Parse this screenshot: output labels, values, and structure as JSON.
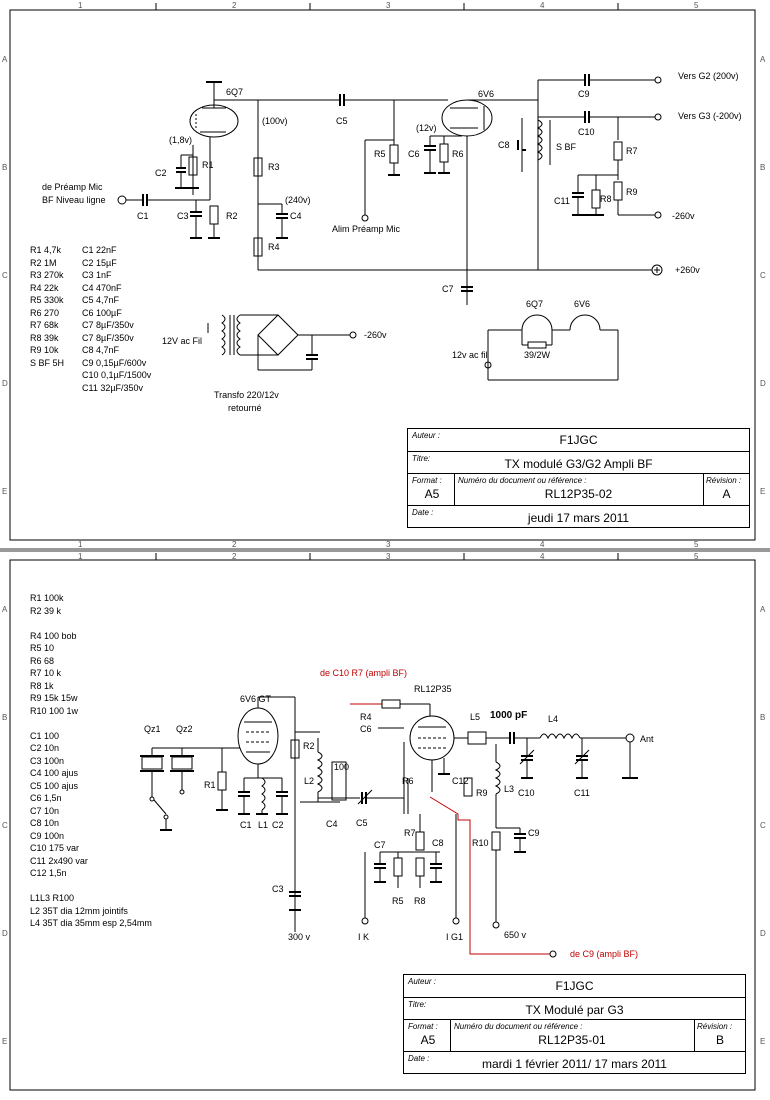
{
  "grid": {
    "cols": [
      "1",
      "2",
      "3",
      "4",
      "5"
    ],
    "rows": [
      "A",
      "B",
      "C",
      "D",
      "E"
    ]
  },
  "sheet1": {
    "parts_left": [
      "R1 4,7k",
      "R2 1M",
      "R3 270k",
      "R4 22k",
      "R5 330k",
      "R6 270",
      "R7 68k",
      "R8 39k",
      "R9 10k",
      "S BF 5H"
    ],
    "parts_right": [
      "C1 22nF",
      "C2 15µF",
      "C3 1nF",
      "C4 470nF",
      "C5 4,7nF",
      "C6 100µF",
      "C7 8µF/350v",
      "C7 8µF/350v",
      "C8 4,7nF",
      "C9 0,15µF/600v",
      "C10 0,1µF/1500v",
      "C11 32µF/350v"
    ],
    "labels": {
      "tube1": "6Q7",
      "tube2": "6V6",
      "v100": "(100v)",
      "v18": "(1,8v)",
      "v12": "(12v)",
      "v240": "(240v)",
      "r1": "R1",
      "r2": "R2",
      "r3": "R3",
      "r4": "R4",
      "r5": "R5",
      "r6": "R6",
      "r7": "R7",
      "r8": "R8",
      "r9": "R9",
      "c1": "C1",
      "c2": "C2",
      "c3": "C3",
      "c4": "C4",
      "c5": "C5",
      "c6": "C6",
      "c7": "C7",
      "c8": "C8",
      "c9": "C9",
      "c10": "C10",
      "c11": "C11",
      "sbf": "S BF",
      "in1": "de Préamp Mic",
      "in2": "BF Niveau ligne",
      "alim": "Alim Préamp Mic",
      "vers_g2": "Vers G2  (200v)",
      "vers_g3": "Vers G3  (-200v)",
      "m260": "-260v",
      "p260": "+260v",
      "m260b": "-260v",
      "ac12": "12V ac Fil",
      "transfo1": "Transfo 220/12v",
      "transfo2": "retourné",
      "fil_6q7": "6Q7",
      "fil_6v6": "6V6",
      "fil_ac": "12v ac fil",
      "fil_r": "39/2W"
    },
    "title_block": {
      "auteur_cap": "Auteur :",
      "auteur": "F1JGC",
      "titre_cap": "Titre:",
      "titre": "TX modulé G3/G2 Ampli BF",
      "format_cap": "Format :",
      "format": "A5",
      "doc_cap": "Numéro du document ou référence :",
      "doc": "RL12P35-02",
      "rev_cap": "Révision :",
      "rev": "A",
      "date_cap": "Date :",
      "date": "jeudi 17 mars 2011"
    }
  },
  "sheet2": {
    "parts": [
      "R1 100k",
      "R2  39 k",
      "",
      "R4 100 bob",
      "R5 10",
      "R6 68",
      "R7 10 k",
      "R8 1k",
      "R9 15k 15w",
      "R10 100 1w",
      "",
      "C1 100",
      "C2 10n",
      "C3 100n",
      "C4 100 ajus",
      "C5 100 ajus",
      "C6 1,5n",
      "C7 10n",
      "C8 10n",
      "C9 100n",
      "C10 175 var",
      "C11 2x490 var",
      "C12 1,5n",
      "",
      "L1L3  R100",
      "L2  35T dia 12mm jointifs",
      "L4  35T dia 35mm esp 2,54mm"
    ],
    "labels": {
      "tube1": "6V6 GT",
      "tube2": "RL12P35",
      "qz1": "Qz1",
      "qz2": "Qz2",
      "r1": "R1",
      "r2": "R2",
      "r4": "R4",
      "r5": "R5",
      "r6": "R6",
      "r7": "R7",
      "r8": "R8",
      "r9": "R9",
      "r10": "R10",
      "c1": "C1",
      "c2": "C2",
      "c3": "C3",
      "c4": "C4",
      "c5": "C5",
      "c6": "C6",
      "c7": "C7",
      "c8": "C8",
      "c9": "C9",
      "c10": "C10",
      "c11": "C11",
      "c12": "C12",
      "l1": "L1",
      "l2": "L2",
      "l3": "L3",
      "l4": "L4",
      "l5": "L5",
      "l2_val": "100",
      "pf": "1000 pF",
      "ant": "Ant",
      "de_c10": "de C10 R7 (ampli BF)",
      "de_c9": "de C9 (ampli BF)",
      "v300": "300 v",
      "ik": "I K",
      "ig1": "I G1",
      "v650": "650 v"
    },
    "title_block": {
      "auteur_cap": "Auteur :",
      "auteur": "F1JGC",
      "titre_cap": "Titre:",
      "titre": "TX Modulé par G3",
      "format_cap": "Format :",
      "format": "A5",
      "doc_cap": "Numéro du document ou référence :",
      "doc": "RL12P35-01",
      "rev_cap": "Révision :",
      "rev": "B",
      "date_cap": "Date :",
      "date": "mardi 1 février 2011/ 17 mars 2011"
    }
  }
}
